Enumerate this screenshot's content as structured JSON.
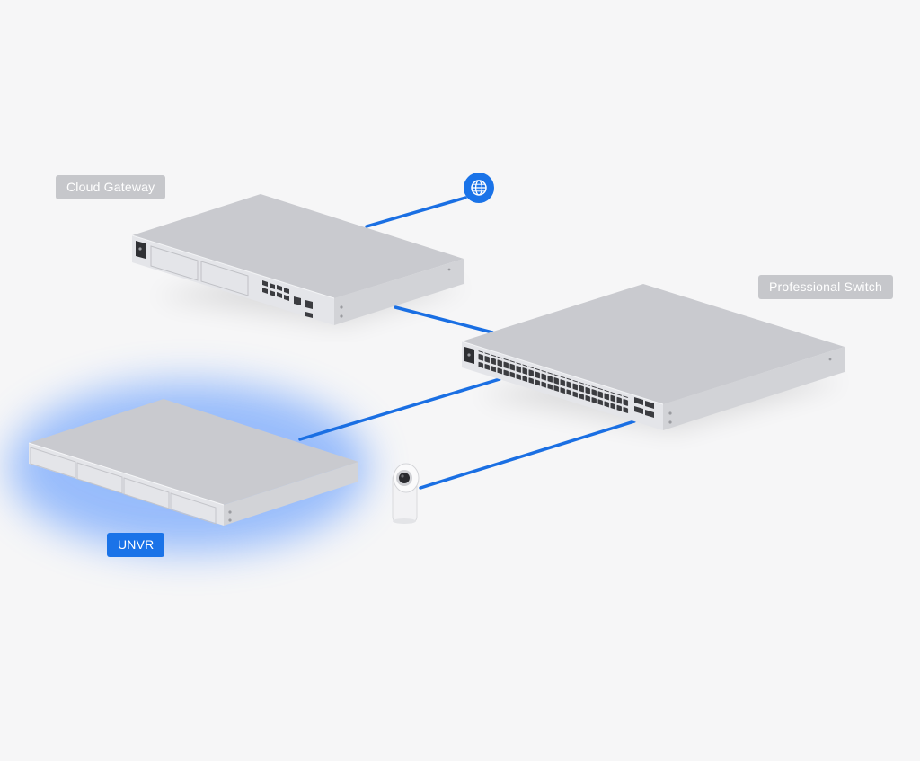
{
  "labels": {
    "cloud_gateway": "Cloud Gateway",
    "professional_switch": "Professional Switch",
    "unvr": "UNVR"
  },
  "icons": {
    "internet": "globe-icon"
  },
  "colors": {
    "link": "#1a6fe3",
    "accent": "#1a73e8",
    "glow": "#4c8dff",
    "muted_label": "#c6c7cb",
    "device_top": "#c9cacf",
    "device_front": "#e4e5e9",
    "device_side": "#d2d3d7",
    "background": "#f6f6f7"
  },
  "highlighted_device": "unvr"
}
